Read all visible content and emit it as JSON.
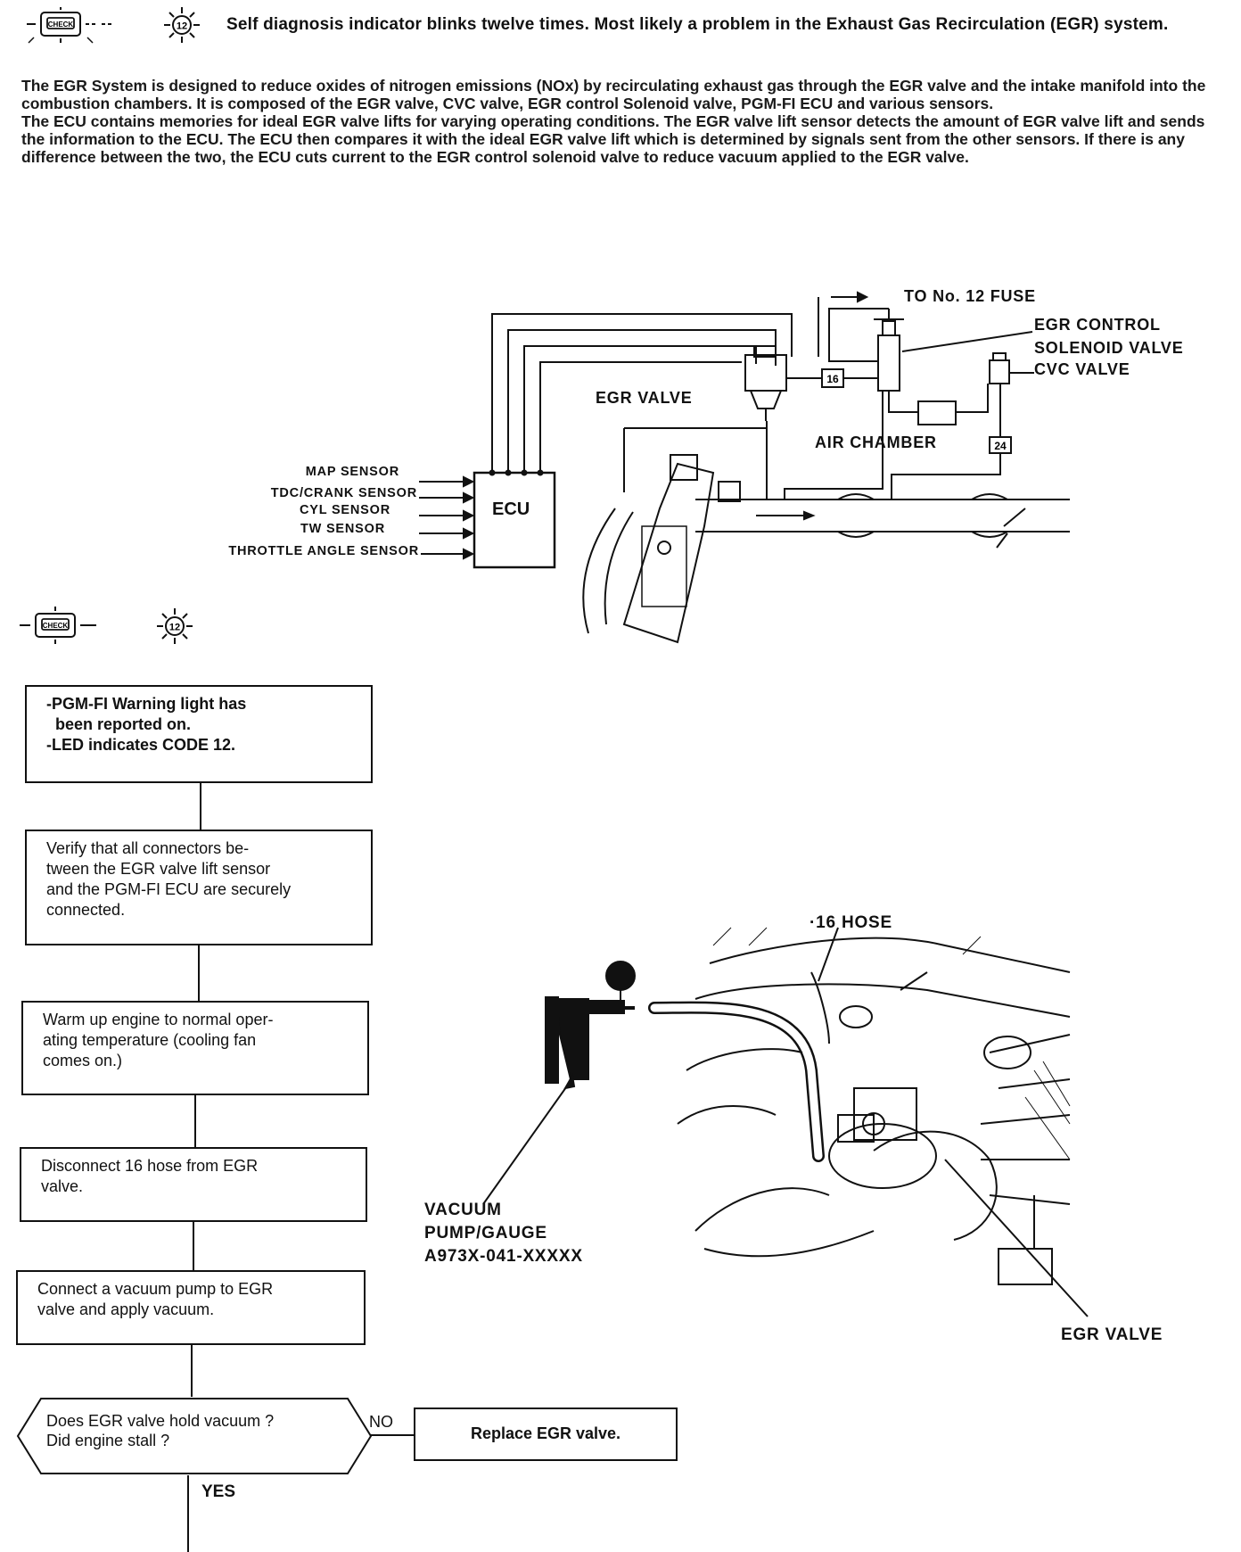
{
  "header": {
    "check_icon": "check-engine-icon",
    "code_badge": "12",
    "title": "Self diagnosis indicator blinks twelve times. Most likely a problem in the Exhaust Gas Recirculation (EGR) system."
  },
  "intro": {
    "paragraph1": "The EGR System is designed to reduce oxides of nitrogen emissions (NOx) by recirculating exhaust gas through the EGR valve and the intake manifold into the combustion chambers. It is composed of the EGR valve, CVC valve, EGR control Solenoid valve, PGM-FI ECU and various sensors.",
    "paragraph2": "The ECU contains memories for ideal EGR valve lifts for varying operating conditions. The EGR valve lift sensor detects the amount of EGR valve lift and sends the information to the ECU. The ECU then compares it with the ideal EGR valve lift which is determined by signals sent from the other sensors. If there is any difference between the two, the ECU cuts current to the EGR control solenoid valve to reduce vacuum applied to the EGR valve."
  },
  "system_diagram": {
    "to_fuse": "TO No. 12 FUSE",
    "egr_control_line1": "EGR CONTROL",
    "egr_control_line2": "SOLENOID VALVE",
    "cvc_valve": "CVC VALVE",
    "egr_valve": "EGR VALVE",
    "air_chamber": "AIR CHAMBER",
    "ecu": "ECU",
    "hose_16": "16",
    "hose_24": "24",
    "sensors": [
      "MAP SENSOR",
      "TDC/CRANK SENSOR",
      "CYL SENSOR",
      "TW SENSOR",
      "THROTTLE ANGLE SENSOR"
    ]
  },
  "section_icons": {
    "check_icon": "check-engine-icon",
    "code_badge": "12"
  },
  "flowchart": {
    "box1": [
      "-PGM-FI Warning light has",
      "been reported on.",
      "-LED indicates CODE 12."
    ],
    "box2": [
      "Verify that all connectors be-",
      "tween the EGR valve lift sensor",
      "and the PGM-FI ECU are securely",
      "connected."
    ],
    "box3": [
      "Warm up engine to normal oper-",
      "ating temperature (cooling fan",
      "comes on.)"
    ],
    "box4": [
      "Disconnect 16 hose from EGR",
      "valve."
    ],
    "box5": [
      "Connect a vacuum pump to EGR",
      "valve and apply vacuum."
    ],
    "decision": [
      "Does EGR valve hold vacuum ?",
      "Did engine stall ?"
    ],
    "no_label": "NO",
    "yes_label": "YES",
    "replace_box": "Replace EGR valve."
  },
  "engine_illustration": {
    "hose_label": "·16 HOSE",
    "pump_line1": "VACUUM",
    "pump_line2": "PUMP/GAUGE",
    "pump_line3": "A973X-041-XXXXX",
    "egr_valve": "EGR VALVE"
  }
}
